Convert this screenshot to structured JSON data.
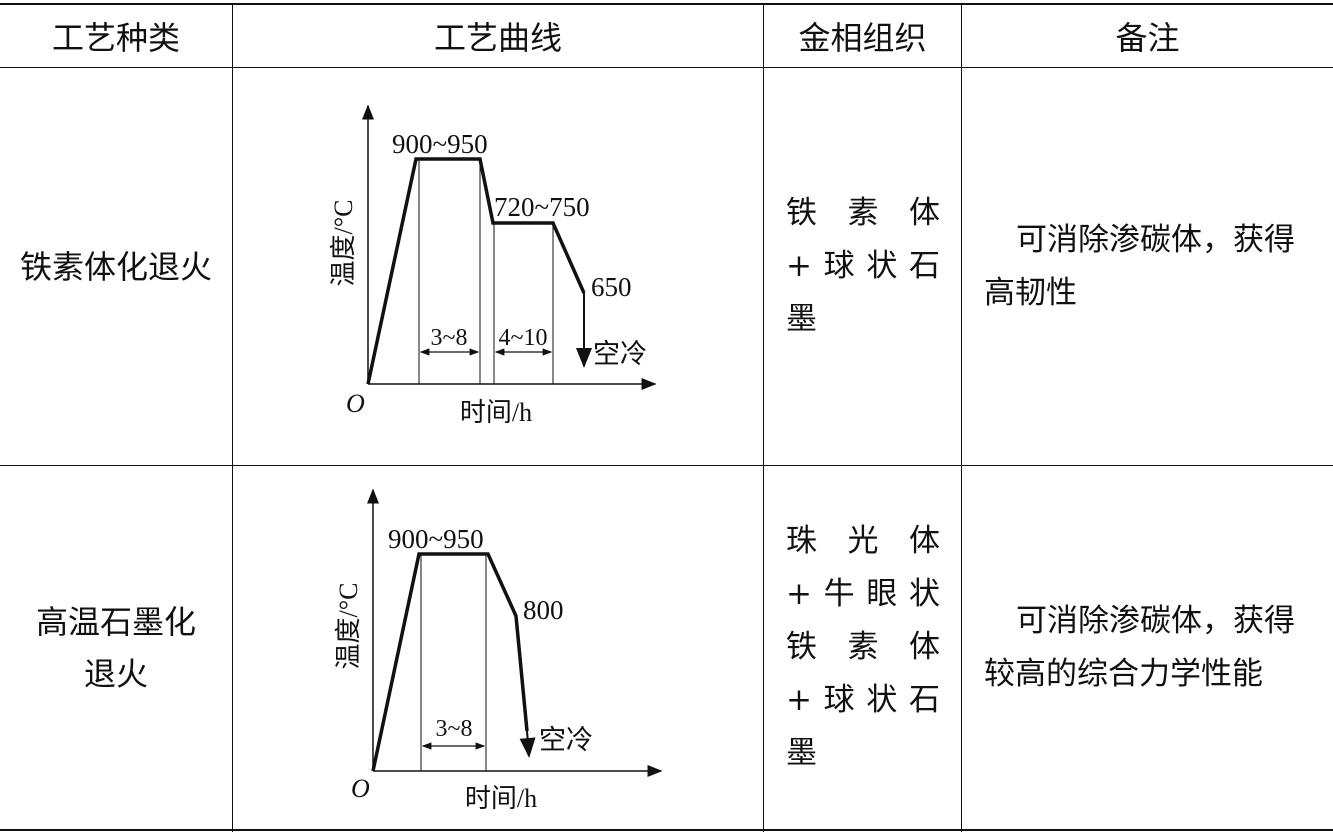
{
  "headers": {
    "type": "工艺种类",
    "curve": "工艺曲线",
    "structure": "金相组织",
    "remark": "备注"
  },
  "rows": [
    {
      "type": "铁素体化退火",
      "structure": "铁素体+球状石墨",
      "remark": "可消除渗碳体，获得高韧性",
      "curve": {
        "ylabel": "温度/°C",
        "xlabel": "时间/h",
        "origin": "O",
        "temp_high": "900~950",
        "temp_mid": "720~750",
        "temp_end": "650",
        "hold1": "3~8",
        "hold2": "4~10",
        "cooling": "空冷"
      }
    },
    {
      "type": "高温石墨化退火",
      "structure": "珠光体+牛眼状铁素体+球状石墨",
      "remark": "可消除渗碳体，获得较高的综合力学性能",
      "curve": {
        "ylabel": "温度/°C",
        "xlabel": "时间/h",
        "origin": "O",
        "temp_high": "900~950",
        "temp_end": "800",
        "hold1": "3~8",
        "cooling": "空冷"
      }
    }
  ]
}
